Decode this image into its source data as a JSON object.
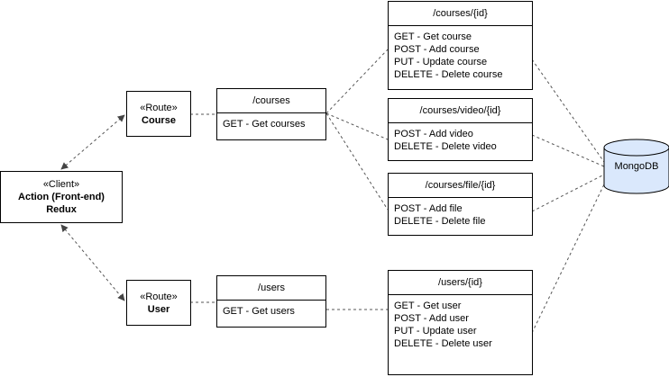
{
  "client": {
    "stereotype": "«Client»",
    "title": "Action (Front-end)",
    "subtitle": "Redux"
  },
  "routes": {
    "course": {
      "stereotype": "«Route»",
      "name": "Course"
    },
    "user": {
      "stereotype": "«Route»",
      "name": "User"
    }
  },
  "endpoints": {
    "courses": {
      "path": "/courses",
      "methods": [
        "GET - Get courses"
      ]
    },
    "users": {
      "path": "/users",
      "methods": [
        "GET - Get users"
      ]
    },
    "courses_id": {
      "path": "/courses/{id}",
      "methods": [
        "GET - Get course",
        "POST - Add course",
        "PUT - Update course",
        "DELETE - Delete course"
      ]
    },
    "courses_video": {
      "path": "/courses/video/{id}",
      "methods": [
        "POST - Add video",
        "DELETE - Delete video"
      ]
    },
    "courses_file": {
      "path": "/courses/file/{id}",
      "methods": [
        "POST - Add file",
        "DELETE - Delete file"
      ]
    },
    "users_id": {
      "path": "/users/{id}",
      "methods": [
        "GET - Get user",
        "POST - Add user",
        "PUT - Update user",
        "DELETE - Delete user"
      ]
    }
  },
  "database": {
    "label": "MongoDB",
    "fill": "#dae8fc",
    "stroke": "#000000"
  },
  "colors": {
    "connector": "#555555",
    "box_border": "#000000"
  }
}
